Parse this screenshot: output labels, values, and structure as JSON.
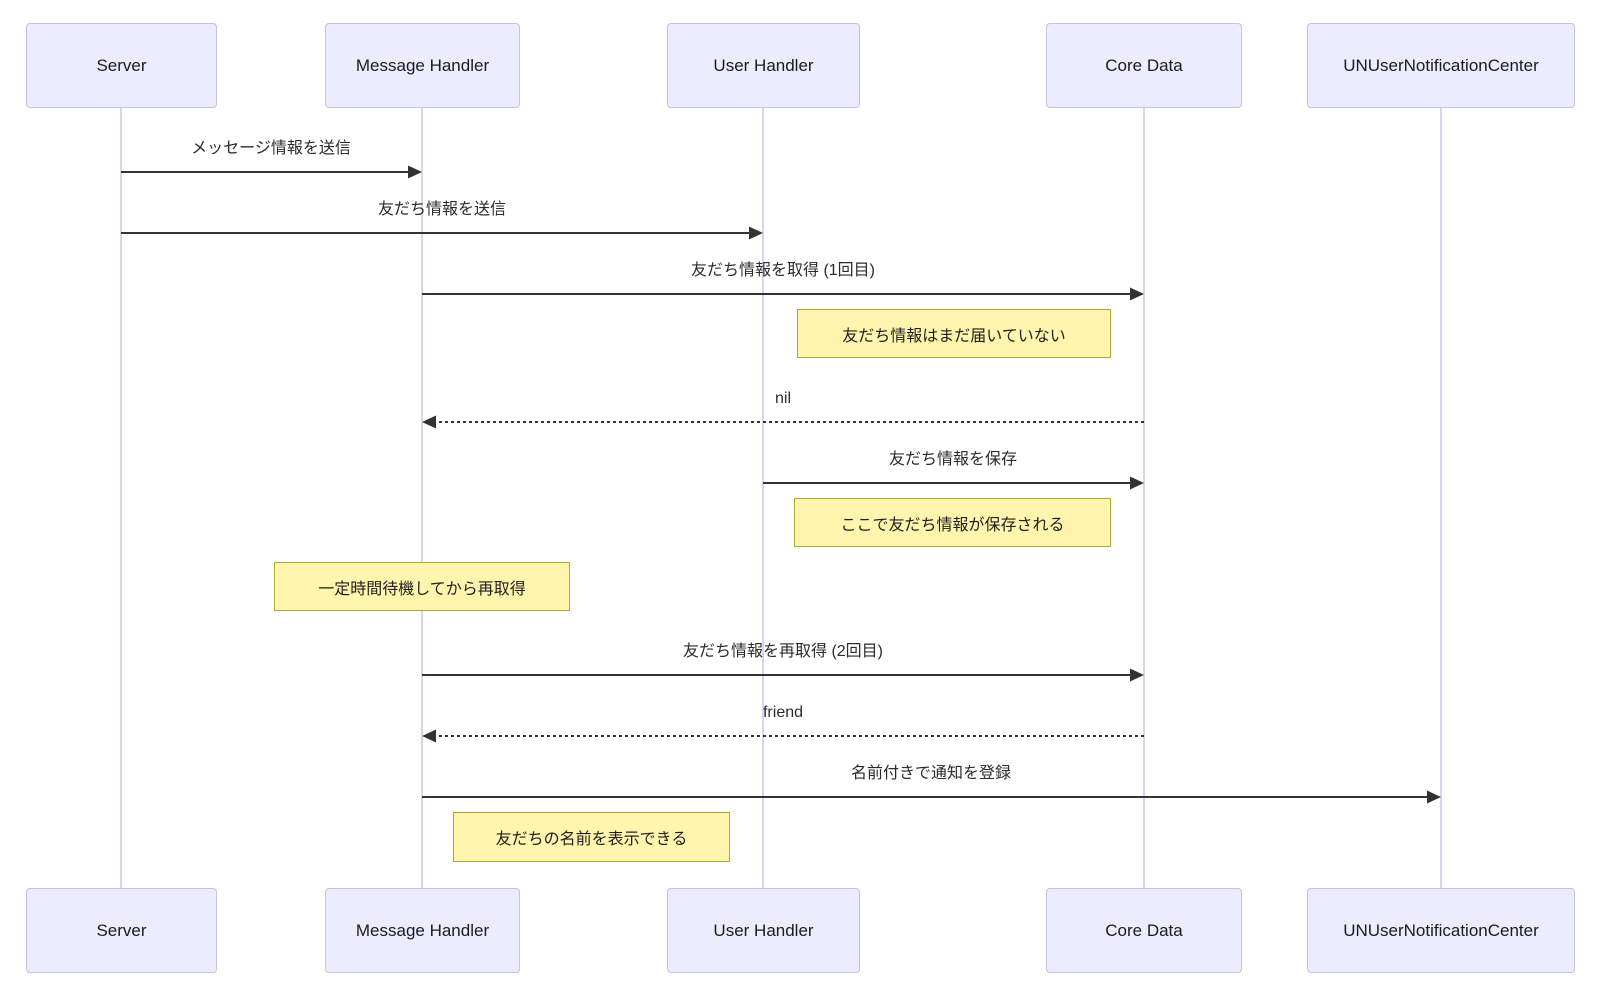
{
  "diagram": {
    "type": "sequence",
    "actors": [
      {
        "id": "server",
        "name": "Server"
      },
      {
        "id": "message-handler",
        "name": "Message Handler"
      },
      {
        "id": "user-handler",
        "name": "User Handler"
      },
      {
        "id": "core-data",
        "name": "Core Data"
      },
      {
        "id": "un-user-notification-center",
        "name": "UNUserNotificationCenter"
      }
    ],
    "messages": [
      {
        "from": "Server",
        "to": "Message Handler",
        "label": "メッセージ情報を送信",
        "style": "solid"
      },
      {
        "from": "Server",
        "to": "User Handler",
        "label": "友だち情報を送信",
        "style": "solid"
      },
      {
        "from": "Message Handler",
        "to": "Core Data",
        "label": "友だち情報を取得 (1回目)",
        "style": "solid"
      },
      {
        "from": "Core Data",
        "to": "Message Handler",
        "label": "nil",
        "style": "dashed"
      },
      {
        "from": "User Handler",
        "to": "Core Data",
        "label": "友だち情報を保存",
        "style": "solid"
      },
      {
        "from": "Message Handler",
        "to": "Core Data",
        "label": "友だち情報を再取得 (2回目)",
        "style": "solid"
      },
      {
        "from": "Core Data",
        "to": "Message Handler",
        "label": "friend",
        "style": "dashed"
      },
      {
        "from": "Message Handler",
        "to": "UNUserNotificationCenter",
        "label": "名前付きで通知を登録",
        "style": "solid"
      }
    ],
    "notes": [
      {
        "label": "友だち情報はまだ届いていない",
        "position": "left of Core Data"
      },
      {
        "label": "ここで友だち情報が保存される",
        "position": "left of Core Data"
      },
      {
        "label": "一定時間待機してから再取得",
        "position": "over Message Handler"
      },
      {
        "label": "友だちの名前を表示できる",
        "position": "right of Message Handler"
      }
    ],
    "colors": {
      "actor_fill": "#ECECFF",
      "actor_border": "#C6C0E2",
      "lifeline": "#CCC6E8",
      "note_fill": "#FFF5AD",
      "note_border": "#AAAA33",
      "arrow": "#333333",
      "background": "#FFFFFF"
    }
  }
}
